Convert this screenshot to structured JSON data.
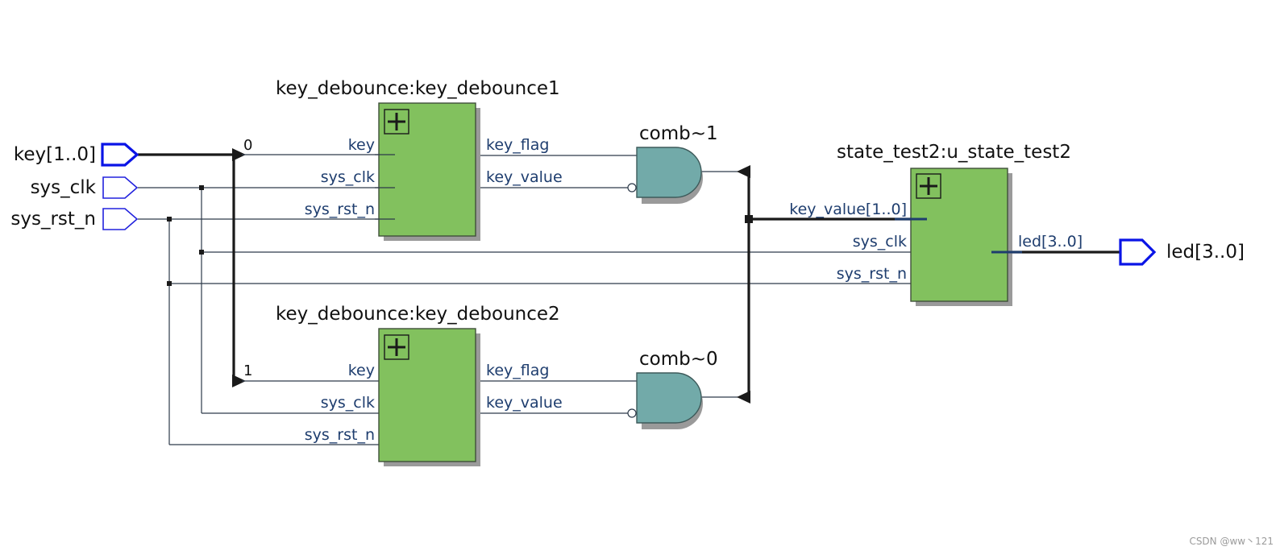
{
  "ports": {
    "key": "key[1..0]",
    "sys_clk": "sys_clk",
    "sys_rst_n": "sys_rst_n",
    "led": "led[3..0]"
  },
  "key_debounce1": {
    "title": "key_debounce:key_debounce1",
    "in_key": "key",
    "in_sys_clk": "sys_clk",
    "in_sys_rst_n": "sys_rst_n",
    "out_key_flag": "key_flag",
    "out_key_value": "key_value"
  },
  "key_debounce2": {
    "title": "key_debounce:key_debounce2",
    "in_key": "key",
    "in_sys_clk": "sys_clk",
    "in_sys_rst_n": "sys_rst_n",
    "out_key_flag": "key_flag",
    "out_key_value": "key_value"
  },
  "gates": {
    "comb1": "comb~1",
    "comb0": "comb~0"
  },
  "state_test2": {
    "title": "state_test2:u_state_test2",
    "in_key_value": "key_value[1..0]",
    "in_sys_clk": "sys_clk",
    "in_sys_rst_n": "sys_rst_n",
    "out_led": "led[3..0]"
  },
  "bus_indices": {
    "bit0": "0",
    "bit1": "1"
  },
  "watermark": "CSDN @ww丶121"
}
